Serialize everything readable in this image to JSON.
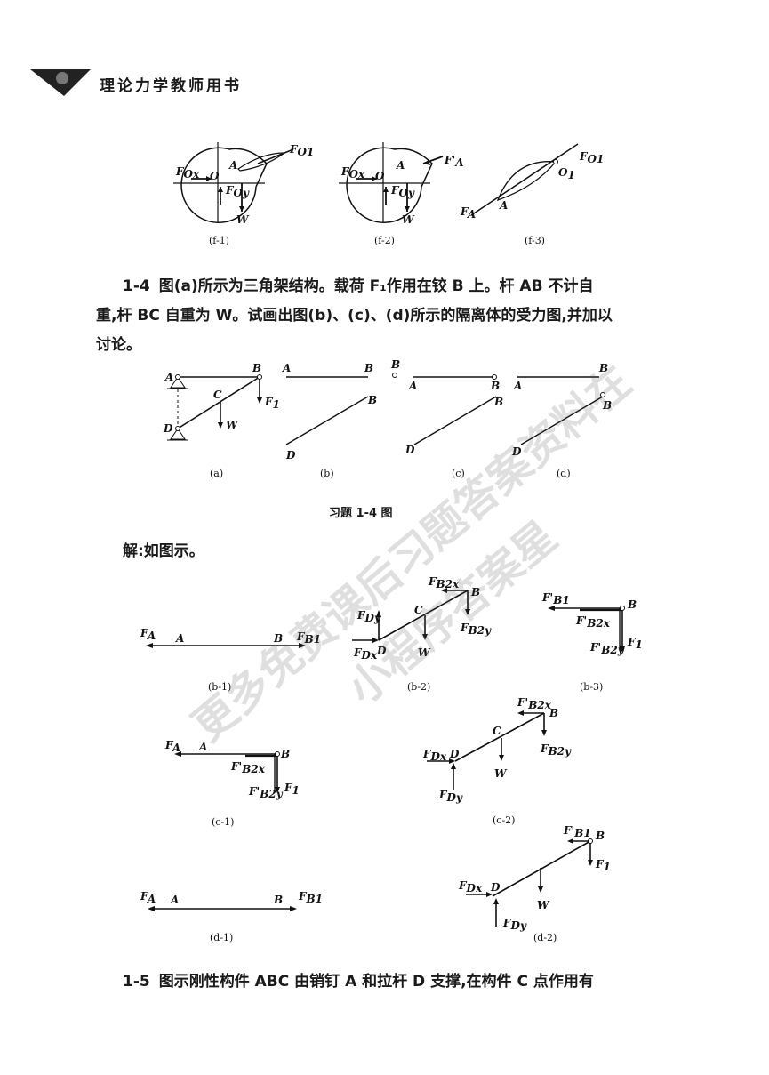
{
  "header": {
    "book_title": "理论力学教师用书"
  },
  "figures_f": {
    "captions": [
      "(f-1)",
      "(f-2)",
      "(f-3)"
    ]
  },
  "problem_1_4": {
    "number": "1-4",
    "text_line1": "图(a)所示为三角架结构。载荷 F₁作用在铰 B 上。杆 AB 不计自",
    "text_line2": "重,杆 BC 自重为 W。试画出图(b)、(c)、(d)所示的隔离体的受力图,并加以",
    "text_line3": "讨论。"
  },
  "figure_1_4": {
    "captions": [
      "(a)",
      "(b)",
      "(c)",
      "(d)"
    ],
    "title": "习题 1-4 图"
  },
  "solution": {
    "text": "解:如图示。"
  },
  "solution_figs": {
    "captions": [
      "(b-1)",
      "(b-2)",
      "(b-3)",
      "(c-1)",
      "(c-2)",
      "(d-1)",
      "(d-2)"
    ]
  },
  "problem_1_5": {
    "number": "1-5",
    "text": "图示刚性构件 ABC 由销钉 A 和拉杆 D 支撑,在构件 C 点作用有"
  },
  "watermark": {
    "line1": "更多免费课后习题答案资料在",
    "line2": "小程序答案星"
  }
}
